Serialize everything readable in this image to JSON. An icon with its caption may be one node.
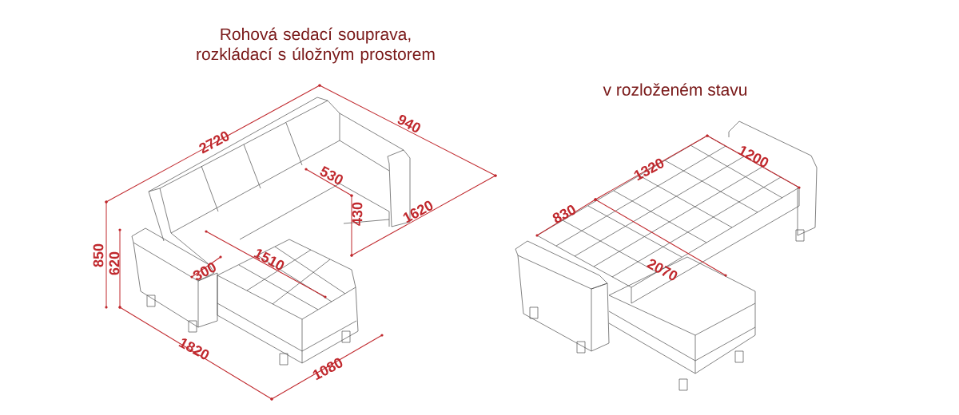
{
  "diagram": {
    "title": "Rohová sedací souprava, rozkládací s úložným prostorem",
    "labels": [
      "v rozloženém stavu",
      "2720",
      "940",
      "530",
      "430",
      "1620",
      "850",
      "620",
      "300",
      "1510",
      "1820",
      "1080",
      "1320",
      "1200",
      "830",
      "2070"
    ]
  }
}
